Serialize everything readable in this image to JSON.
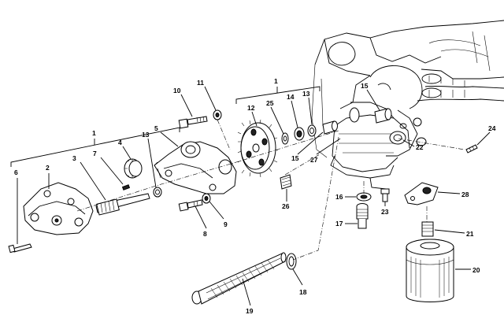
{
  "diagram": {
    "labels": {
      "group_left": "1",
      "group_right": "1",
      "p2": "2",
      "p3": "3",
      "p4": "4",
      "p5": "5",
      "p6": "6",
      "p7": "7",
      "p8": "8",
      "p9": "9",
      "p10": "10",
      "p11": "11",
      "p12": "12",
      "p13a": "13",
      "p13b": "13",
      "p14": "14",
      "p15a": "15",
      "p15b": "15",
      "p16": "16",
      "p17": "17",
      "p18": "18",
      "p19": "19",
      "p20": "20",
      "p21": "21",
      "p22": "22",
      "p23": "23",
      "p24": "24",
      "p25": "25",
      "p26": "26",
      "p27": "27",
      "p28": "28"
    }
  }
}
